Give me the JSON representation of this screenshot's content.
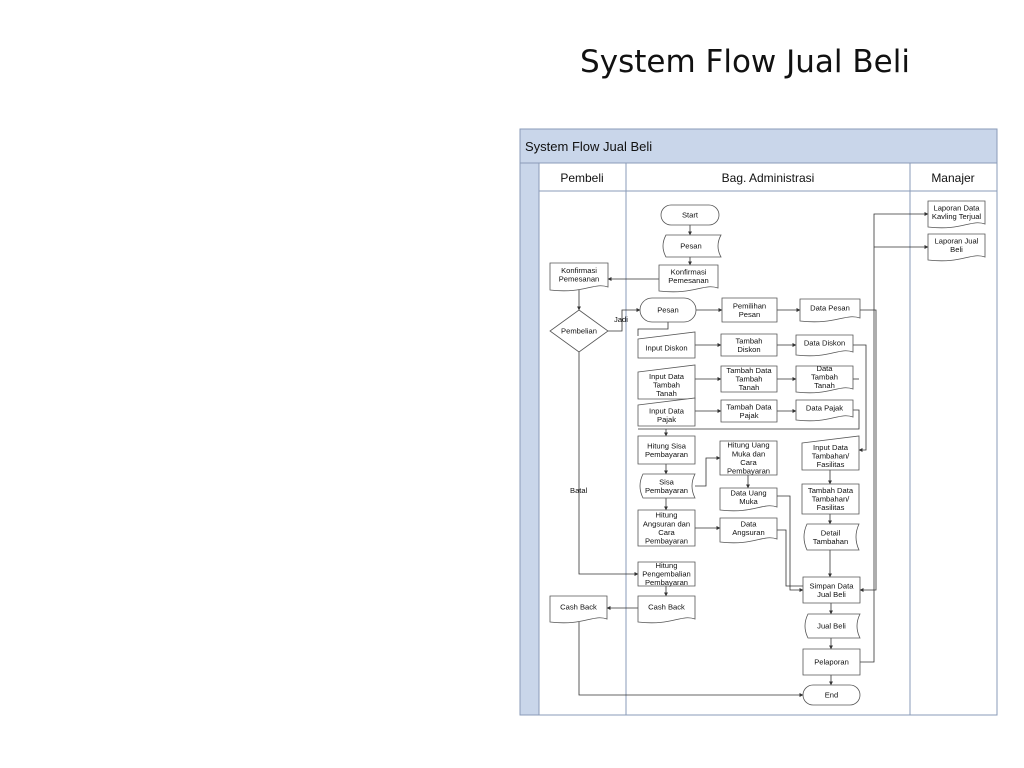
{
  "slide_title": "System Flow Jual Beli",
  "pool_title": "System Flow Jual Beli",
  "lanes": [
    "Pembeli",
    "Bag. Administrasi",
    "Manajer"
  ],
  "nodes": {
    "start": "Start",
    "pesan_doc": "Pesan",
    "konfirmasi_admin": "Konfirmasi\nPemesanan",
    "konfirmasi_pembeli": "Konfirmasi\nPemesanan",
    "pembelian": "Pembelian",
    "pesan_input": "Pesan",
    "pemilihan_pesan": "Pemilihan\nPesan",
    "data_pesan": "Data Pesan",
    "input_diskon": "Input Diskon",
    "tambah_diskon": "Tambah\nDiskon",
    "data_diskon": "Data Diskon",
    "input_tanah": "Input Data\nTambah\nTanah",
    "tambah_tanah": "Tambah Data\nTambah\nTanah",
    "data_tanah": "Data\nTambah\nTanah",
    "input_pajak": "Input Data\nPajak",
    "tambah_pajak": "Tambah Data\nPajak",
    "data_pajak": "Data Pajak",
    "hitung_sisa": "Hitung Sisa\nPembayaran",
    "sisa": "Sisa\nPembayaran",
    "hitung_um": "Hitung Uang\nMuka dan\nCara\nPembayaran",
    "data_um": "Data Uang\nMuka",
    "hitung_angs": "Hitung\nAngsuran dan\nCara\nPembayaran",
    "data_angs": "Data\nAngsuran",
    "input_fas": "Input Data\nTambahan/\nFasilitas",
    "tambah_fas": "Tambah Data\nTambahan/\nFasilitas",
    "detail": "Detail\nTambahan",
    "hitung_kembali": "Hitung\nPengembalian\nPembayaran",
    "cashback_admin": "Cash Back",
    "cashback_pembeli": "Cash Back",
    "simpan": "Simpan Data\nJual Beli",
    "jual_beli": "Jual Beli",
    "pelaporan": "Pelaporan",
    "end": "End",
    "laporan_kavling": "Laporan Data\nKavling Terjual",
    "laporan_jual": "Laporan Jual\nBeli"
  },
  "edge_labels": {
    "jadi": "Jadi",
    "batal": "Batal"
  },
  "colors": {
    "pool_header": "#c9d6ea",
    "side_band": "#c9d6ea",
    "border": "#8a9bb8",
    "stroke": "#555555"
  }
}
